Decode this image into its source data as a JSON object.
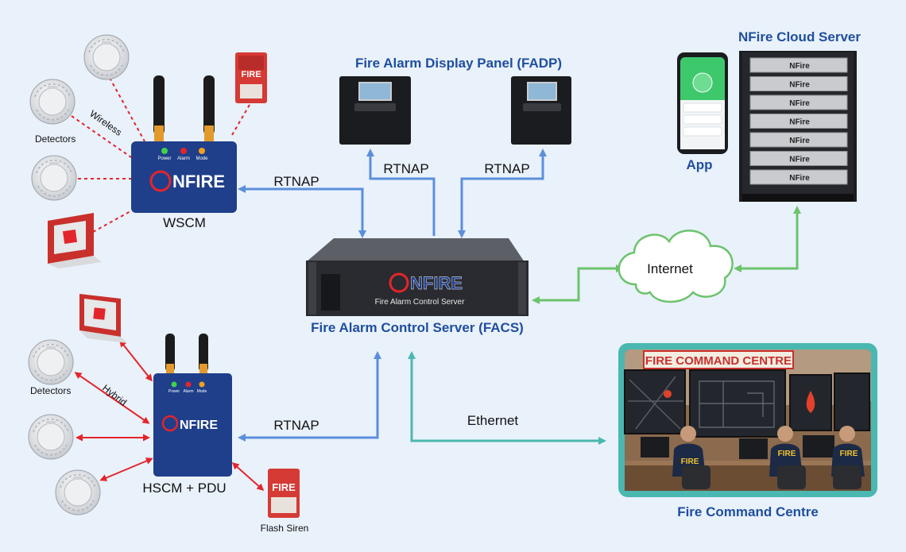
{
  "titles": {
    "fadp": "Fire Alarm Display Panel (FADP)",
    "facs": "Fire Alarm Control Server (FACS)",
    "cloud": "NFire Cloud Server",
    "app": "App",
    "command": "Fire Command Centre"
  },
  "labels": {
    "wscm": "WSCM",
    "hscm": "HSCM + PDU",
    "detectors_top": "Detectors",
    "detectors_bottom": "Detectors",
    "flash_siren": "Flash Siren",
    "wireless": "Wireless",
    "hybrid": "Hybrid",
    "internet": "Internet",
    "ethernet": "Ethernet"
  },
  "links": {
    "rtnap_wscm": "RTNAP",
    "rtnap_hscm": "RTNAP",
    "rtnap_fadp_left": "RTNAP",
    "rtnap_fadp_right": "RTNAP"
  },
  "device_text": {
    "brand": "NFIRE",
    "server_sub": "Fire Alarm Control Server",
    "led_power": "Power",
    "led_alarm": "Alarm",
    "led_mode": "Mode",
    "fire": "FIRE",
    "rack_unit": "NFire",
    "command_sign": "FIRE COMMAND CENTRE",
    "jacket": "FIRE"
  },
  "colors": {
    "blue_link": "#5b8fdc",
    "green_link": "#6cc36c",
    "teal_link": "#4ab8b0",
    "red_link": "#e3252b",
    "title_blue": "#1f4e9e",
    "device_navy": "#1f3f8a"
  }
}
